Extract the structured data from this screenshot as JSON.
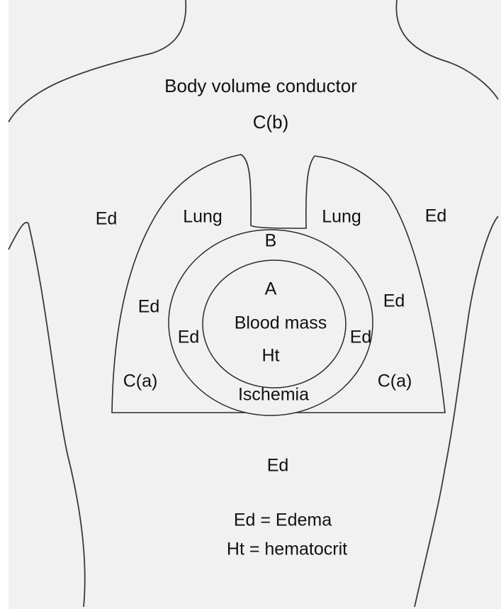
{
  "labels": {
    "title": "Body volume conductor",
    "cb": "C(b)",
    "ed": "Ed",
    "lung": "Lung",
    "b": "B",
    "a": "A",
    "blood_mass": "Blood mass",
    "ht": "Ht",
    "ischemia": "Ischemia",
    "ca": "C(a)"
  },
  "legend": {
    "edema": "Ed = Edema",
    "hematocrit": "Ht = hematocrit"
  },
  "colors": {
    "paper": "#f1f1f1",
    "stroke": "#2a2a2a",
    "text": "#111111"
  }
}
